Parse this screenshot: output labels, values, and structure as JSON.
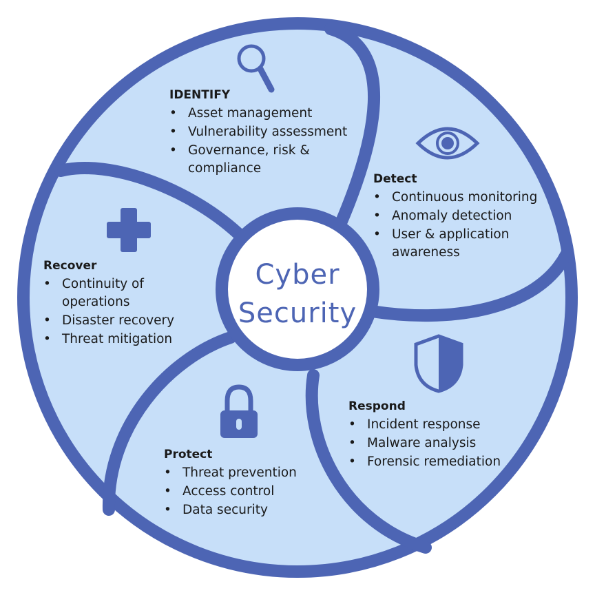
{
  "colors": {
    "ring": "#4d65b4",
    "fill": "#c7dff9",
    "center_fill": "#ffffff",
    "text": "#1a1a1a",
    "center_text": "#4d65b4"
  },
  "center": {
    "line1": "Cyber",
    "line2": "Security"
  },
  "sections": {
    "identify": {
      "icon": "magnifier-icon",
      "title": "IDENTIFY",
      "lines": [
        "Asset management",
        "Vulnerability assessment",
        "Governance, risk &",
        "compliance"
      ]
    },
    "detect": {
      "icon": "eye-icon",
      "title": "Detect",
      "lines": [
        "Continuous monitoring",
        "Anomaly detection",
        "User & application",
        "awareness"
      ]
    },
    "respond": {
      "icon": "shield-icon",
      "title": "Respond",
      "lines": [
        "Incident response",
        "Malware analysis",
        "Forensic remediation"
      ]
    },
    "protect": {
      "icon": "padlock-icon",
      "title": "Protect",
      "lines": [
        "Threat prevention",
        "Access control",
        "Data security"
      ]
    },
    "recover": {
      "icon": "plus-cross-icon",
      "title": "Recover",
      "lines": [
        "Continuity of",
        "operations",
        "Disaster recovery",
        "Threat mitigation"
      ]
    }
  },
  "bullet_char": "•"
}
